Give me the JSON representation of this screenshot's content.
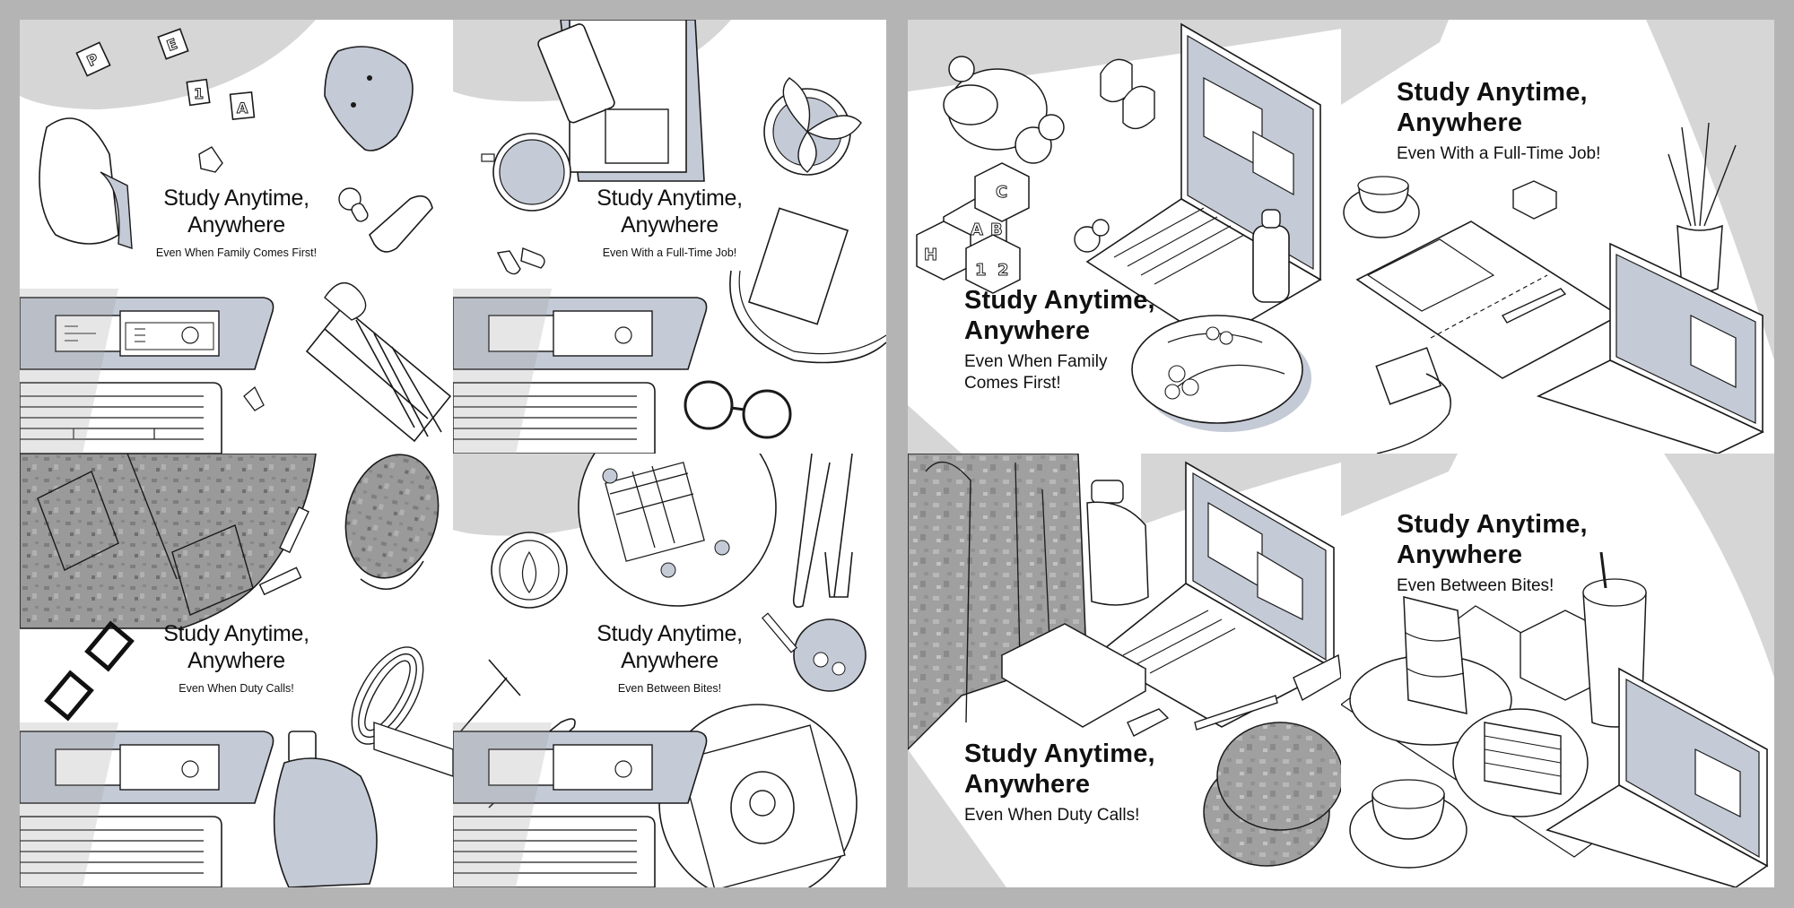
{
  "colors": {
    "frame": "#b4b4b4",
    "panel_bg": "#ffffff",
    "band": "#d6d6d6",
    "accent_blue_gray": "#c4cad6",
    "line": "#1a1a1a",
    "camo": "#9a9a9a"
  },
  "left_set": {
    "style": "flat top-down",
    "panels": [
      {
        "theme": "family",
        "headline": [
          "Study Anytime,",
          "Anywhere"
        ],
        "subtitle": [
          "Even When Family Comes First!"
        ],
        "items": [
          "letter-blocks",
          "baby-hoodie",
          "bib",
          "sock",
          "pacifier",
          "baby-bottle",
          "xylophone",
          "laptop"
        ]
      },
      {
        "theme": "full-time-job",
        "headline": [
          "Study Anytime,",
          "Anywhere"
        ],
        "subtitle": [
          "Even With a Full-Time Job!"
        ],
        "items": [
          "smartphone",
          "folder",
          "coffee-cup",
          "plant-bowl",
          "earbuds",
          "id-badge-lanyard",
          "sunglasses",
          "laptop"
        ]
      },
      {
        "theme": "military",
        "headline": [
          "Study Anytime,",
          "Anywhere"
        ],
        "subtitle": [
          "Even When Duty Calls!"
        ],
        "items": [
          "camo-backpack",
          "camo-cap",
          "eyeglasses",
          "tubes",
          "rope",
          "canteen",
          "laptop"
        ]
      },
      {
        "theme": "food",
        "headline": [
          "Study Anytime,",
          "Anywhere"
        ],
        "subtitle": [
          "Even Between Bites!"
        ],
        "items": [
          "waffle-plate",
          "latte",
          "fork-knife",
          "smoothie-bowl",
          "egg-toast-plate",
          "laptop"
        ]
      }
    ]
  },
  "right_set": {
    "style": "isometric",
    "panels": [
      {
        "theme": "family",
        "headline": [
          "Study Anytime,",
          "Anywhere"
        ],
        "subtitle": [
          "Even When Family",
          "Comes First!"
        ],
        "items": [
          "toy-plane",
          "baby-shoes",
          "abc-blocks",
          "pacifier",
          "baby-bottle",
          "divided-plate",
          "laptop"
        ]
      },
      {
        "theme": "full-time-job",
        "headline": [
          "Study Anytime,",
          "Anywhere"
        ],
        "subtitle": [
          "Even With a Full-Time Job!"
        ],
        "items": [
          "tea-cup",
          "sticky-notes",
          "planner",
          "pen",
          "earbuds",
          "plant-pot",
          "id-badge",
          "laptop"
        ]
      },
      {
        "theme": "military",
        "headline": [
          "Study Anytime,",
          "Anywhere"
        ],
        "subtitle": [
          "Even When Duty Calls!"
        ],
        "items": [
          "camo-backpack",
          "canteen",
          "mess-tin",
          "toothbrush",
          "toothpaste",
          "pen",
          "camo-caps",
          "laptop"
        ]
      },
      {
        "theme": "food",
        "headline": [
          "Study Anytime,",
          "Anywhere"
        ],
        "subtitle": [
          "Even Between Bites!"
        ],
        "items": [
          "cake-slice",
          "iced-coffee",
          "sugar-packets",
          "layer-cake",
          "cappuccino",
          "laptop"
        ]
      }
    ]
  }
}
